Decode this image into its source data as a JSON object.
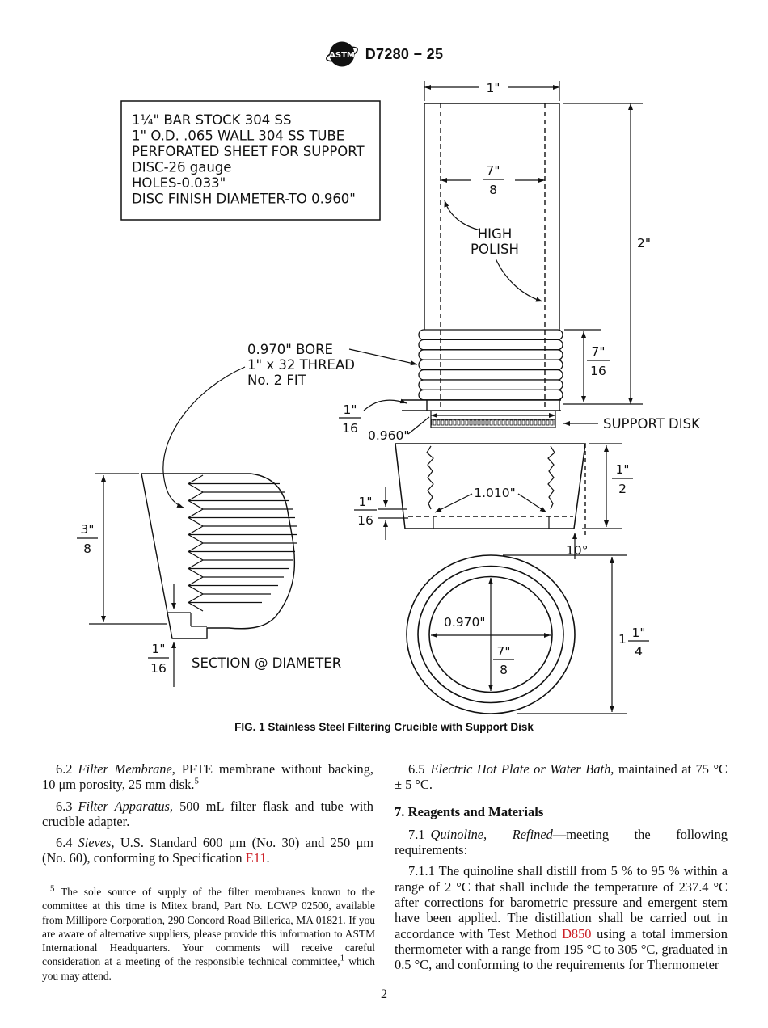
{
  "page": {
    "number": "2",
    "link_color": "#cc2027",
    "text_color": "#111111"
  },
  "header": {
    "code": "D7280 − 25",
    "logo": "astm-logo"
  },
  "figure": {
    "caption": "FIG. 1 Stainless Steel Filtering Crucible with Support Disk",
    "callout": {
      "line1": "1¼\" BAR STOCK 304 SS",
      "line2": "1\" O.D. .065 WALL 304 SS TUBE",
      "line3": "PERFORATED SHEET FOR SUPPORT",
      "line4": "DISC-26 gauge",
      "line5": "HOLES-0.033\"",
      "line6": "DISC FINISH DIAMETER-TO 0.960\""
    },
    "dims": {
      "one_inch": "1\"",
      "two_inch": "2\"",
      "seven_eighths_num": "7\"",
      "seven_eighths_den": "8",
      "high_polish_line1": "HIGH",
      "high_polish_line2": "POLISH",
      "bore_line1": "0.970\" BORE",
      "bore_line2": "1\" x 32 THREAD",
      "bore_line3": "No. 2 FIT",
      "seven_sixteenths_num": "7\"",
      "seven_sixteenths_den": "16",
      "one_sixteenth_num": "1\"",
      "one_sixteenth_den": "16",
      "dia_0960": "0.960\"",
      "support_disk": "SUPPORT DISK",
      "dia_1010": "1.010\"",
      "one_half_num": "1\"",
      "one_half_den": "2",
      "angle": "10°",
      "dia_0970": "0.970\"",
      "one_quarter_whole": "1",
      "one_quarter_num": "1\"",
      "one_quarter_den": "4",
      "three_eighths_num": "3\"",
      "three_eighths_den": "8",
      "section_label": "SECTION @ DIAMETER"
    }
  },
  "body": {
    "p62": {
      "num": "6.2",
      "it": "Filter Membrane,",
      "text": " PFTE membrane without backing, 10 μm porosity, 25 mm disk.",
      "sup": "5"
    },
    "p63": {
      "num": "6.3",
      "it": "Filter Apparatus,",
      "text": " 500 mL filter flask and tube with crucible adapter."
    },
    "p64": {
      "num": "6.4",
      "it": "Sieves,",
      "text": " U.S. Standard 600 μm (No. 30) and 250 μm (No. 60), conforming to Specification ",
      "link": "E11",
      "tail": "."
    },
    "p65": {
      "num": "6.5",
      "it": "Electric Hot Plate or Water Bath,",
      "text": " maintained at 75 °C ± 5 °C."
    },
    "h7": "7. Reagents and Materials",
    "p71": {
      "num": "7.1",
      "it": "Quinoline, Refined",
      "text": "—meeting the following requirements:"
    },
    "p711": {
      "pre": "7.1.1 The quinoline shall distill from 5 % to 95 % within a range of 2 °C that shall include the temperature of 237.4 °C after corrections for barometric pressure and emergent stem have been applied. The distillation shall be carried out in accordance with Test Method ",
      "link": "D850",
      "post": " using a total immersion thermometer with a range from 195 °C to 305 °C, graduated in 0.5 °C, and conforming to the requirements for Thermometer"
    }
  },
  "footnote": {
    "marker": "5",
    "text": " The sole source of supply of the filter membranes known to the committee at this time is Mitex brand, Part No. LCWP 02500, available from Millipore Corporation, 290 Concord Road Billerica, MA 01821. If you are aware of alternative suppliers, please provide this information to ASTM International Headquarters. Your comments will receive careful consideration at a meeting of the responsible technical committee,",
    "marker2": "1",
    "tail": " which you may attend."
  }
}
